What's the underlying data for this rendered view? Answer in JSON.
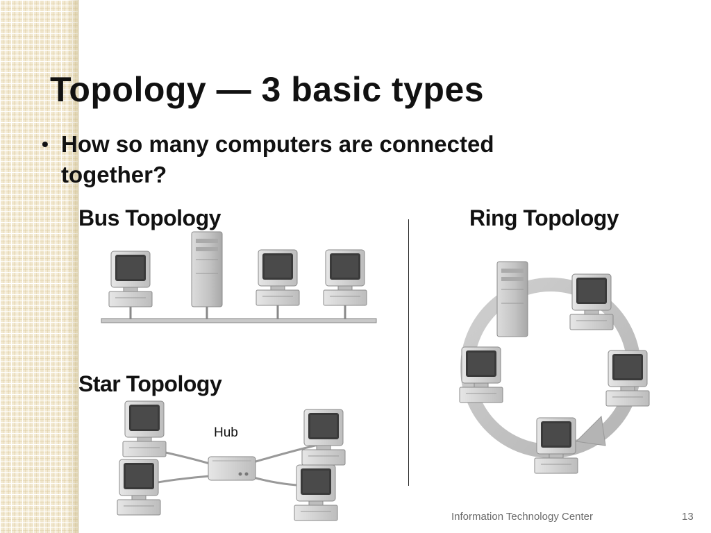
{
  "slide": {
    "title": "Topology — 3 basic types",
    "bullet": "How so many computers are connected together?",
    "bullet_marker": "•"
  },
  "diagrams": {
    "bus": {
      "label": "Bus Topology"
    },
    "ring": {
      "label": "Ring Topology"
    },
    "star": {
      "label": "Star Topology",
      "hub_label": "Hub"
    }
  },
  "footer": {
    "text": "Information Technology Center",
    "page_number": "13"
  },
  "colors": {
    "background": "#ffffff",
    "sidebar": "#f3ead3",
    "text": "#111111",
    "footer": "#6a6a6a"
  },
  "icons": [
    "computer-icon",
    "server-tower-icon",
    "hub-device-icon",
    "ring-arrow-icon"
  ]
}
